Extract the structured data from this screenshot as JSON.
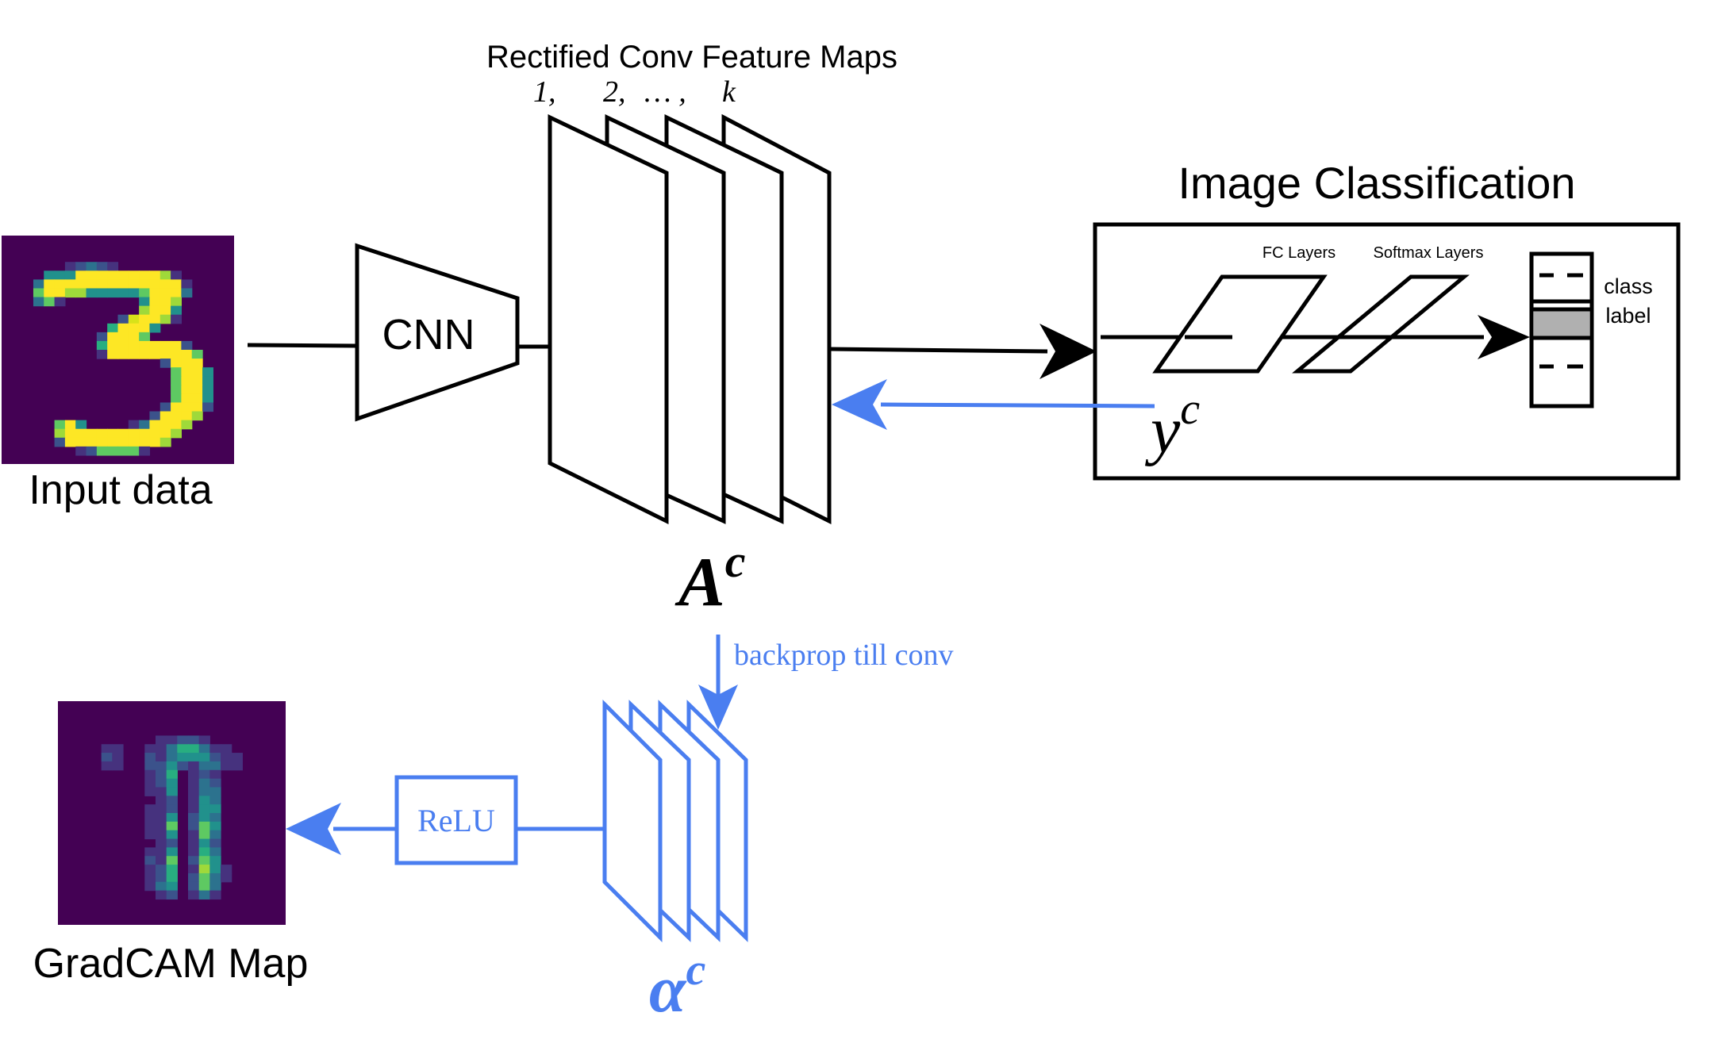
{
  "input": {
    "label": "Input data",
    "heatmap_rows": [
      "0000000000000000000000",
      "0000000000000000000000",
      "0000000000000000000000",
      "0000001232100000000000",
      "0000444999999997100000",
      "0003999999999999910000",
      "0006997744444699930000",
      "0003610000000499700000",
      "0000000000000799400000",
      "0000000000028997100000",
      "0000000000599940000000",
      "0000000002999600000000",
      "0000000005999999920000",
      "0000000001999999996000",
      "0000000000000002999000",
      "0000000000000000699400",
      "0000000000000000699400",
      "0000000000000000699400",
      "0000000000000000699400",
      "0000000000000002999200",
      "0000000000000029997000",
      "0000069400001399970000",
      "0000079999999999700000",
      "0000029999999997000000",
      "0000000126666100000000",
      "0000000000000000000000"
    ]
  },
  "gradcam": {
    "label": "GradCAM Map",
    "heatmap_rows": [
      "000000000000000000000",
      "000000000000000000000",
      "000000000000000000000",
      "000000000000000000000",
      "000000000112210000000",
      "000011001135531100000",
      "000021002134442110000",
      "000011002242133110000",
      "000000001250121000000",
      "000000001240132000000",
      "000000001140133000000",
      "000000000120143000000",
      "000000001120144000000",
      "000000001140243000000",
      "000000001160264000000",
      "000000001140163000000",
      "000000000120142000000",
      "000000001140153000000",
      "000000002160264000000",
      "000000001250174100000",
      "000000001250263100000",
      "000000001340263000000",
      "000000000120131000000",
      "000000000000000000000",
      "000000000000000000000",
      "000000000000000000000"
    ]
  },
  "cnn": {
    "label": "CNN"
  },
  "feature_maps": {
    "title": "Rectified Conv Feature Maps",
    "indices": [
      "1,",
      "2,",
      "… ,",
      "k"
    ],
    "symbol_base": "A",
    "symbol_sup": "c"
  },
  "classification": {
    "title": "Image Classification",
    "fc_label": "FC Layers",
    "softmax_label": "Softmax Layers",
    "class_label_line1": "class",
    "class_label_line2": "label",
    "output_symbol_base": "y",
    "output_symbol_sup": "c"
  },
  "backprop": {
    "label": "backprop till conv",
    "weights_symbol_base": "α",
    "weights_symbol_sup": "c"
  },
  "relu": {
    "label": "ReLU"
  },
  "colors": {
    "black": "#000000",
    "blue": "#4a7ef0",
    "class_highlight": "#b0b0b0",
    "viridis_dark": "#440154",
    "viridis_yellow": "#fde725"
  }
}
